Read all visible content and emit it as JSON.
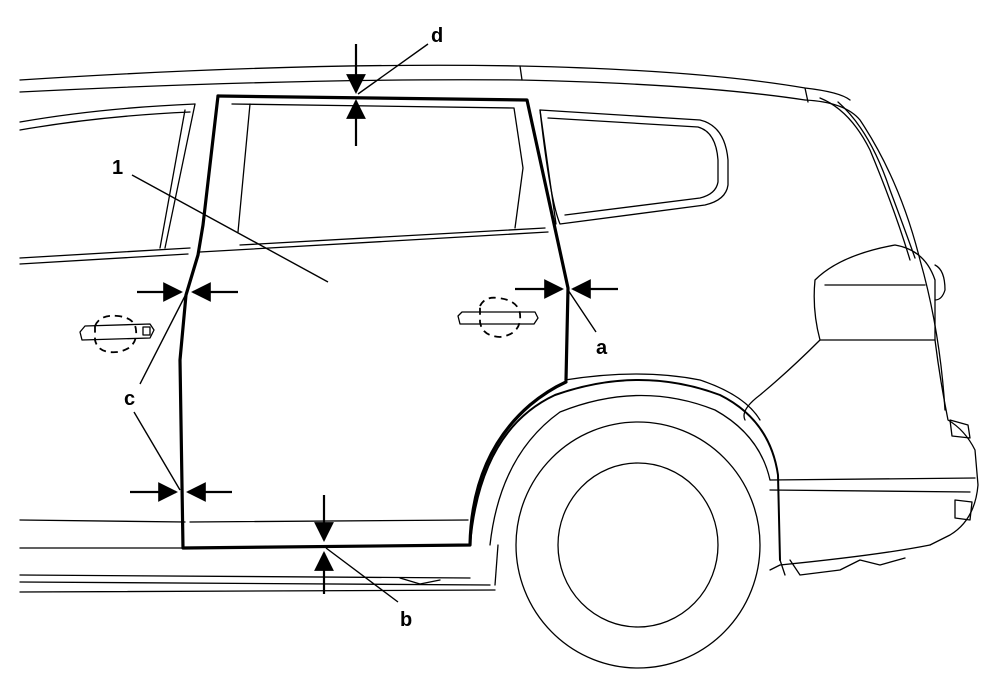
{
  "diagram": {
    "callouts": {
      "part_1": "1",
      "gap_a": "a",
      "gap_b": "b",
      "gap_c": "c",
      "gap_d": "d"
    },
    "line_color": "#000000",
    "background_color": "#ffffff"
  }
}
